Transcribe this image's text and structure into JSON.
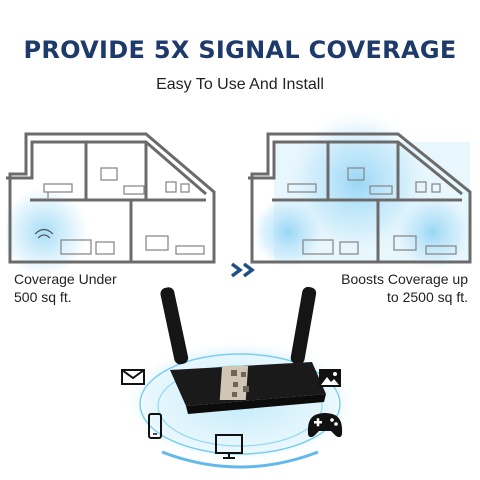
{
  "headline": "PROVIDE 5X SIGNAL COVERAGE",
  "subheadline": "Easy To Use And Install",
  "coverage_under": {
    "line1": "Coverage Under",
    "line2": "500 sq ft."
  },
  "boosts_coverage": {
    "line1": "Boosts Coverage up",
    "line2": "to 2500 sq ft."
  },
  "icons": [
    "mail-icon",
    "picture-icon",
    "phone-icon",
    "monitor-icon",
    "gamepad-icon",
    "double-chevron-right-icon"
  ],
  "colors": {
    "headline": "#1d3a6b",
    "house_outline": "#6b6b6b",
    "signal": "#8fd3f5",
    "router_body": "#111111",
    "accent_blue": "#1e4f86"
  }
}
